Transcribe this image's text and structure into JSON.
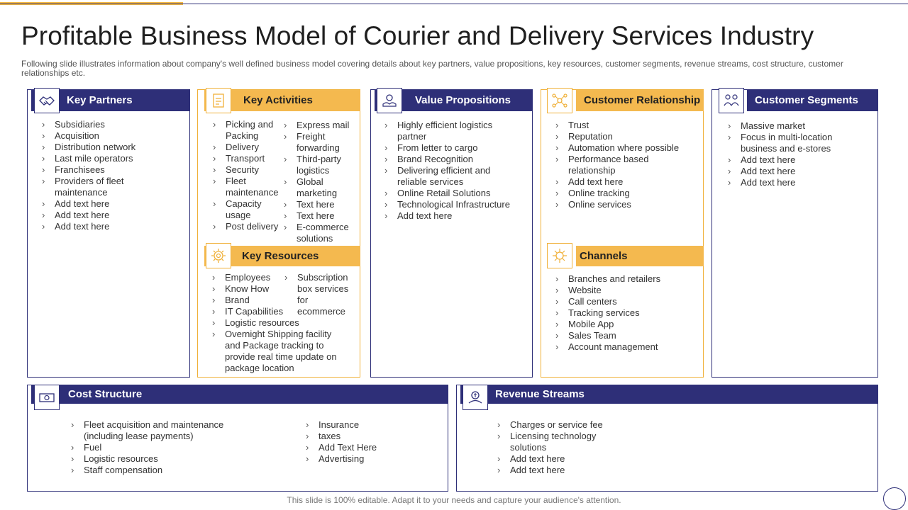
{
  "title": "Profitable Business Model of Courier and Delivery Services Industry",
  "subtitle": "Following slide illustrates information about company's well defined business model covering details about key partners, value propositions, key resources, customer segments, revenue streams, cost structure, customer relationships etc.",
  "key_partners": {
    "title": "Key Partners",
    "icon": "handshake-icon",
    "items": [
      "Subsidiaries",
      "Acquisition",
      "Distribution network",
      "Last mile operators",
      "Franchisees",
      "Providers  of fleet maintenance",
      "Add text here",
      "Add text here",
      "Add text here"
    ]
  },
  "key_activities": {
    "title": "Key Activities",
    "icon": "clipboard-icon",
    "col1": [
      "Picking and Packing",
      "Delivery",
      "Transport",
      "Security",
      "Fleet maintenance",
      "Capacity usage",
      "Post delivery"
    ],
    "col2": [
      "Express mail",
      "Freight forwarding",
      "Third-party logistics",
      "Global marketing",
      "Text here",
      "Text here",
      "E-commerce solutions"
    ]
  },
  "key_resources": {
    "title": "Key Resources",
    "icon": "gear-icon",
    "col1": [
      "Employees",
      "Know How",
      "Brand",
      "IT Capabilities",
      "Logistic resources",
      "Overnight  Shipping facility and Package tracking to provide  real time update on package location"
    ],
    "col2": [
      "Subscription box services for ecommerce"
    ]
  },
  "value_propositions": {
    "title": "Value Propositions",
    "icon": "hand-award-icon",
    "items": [
      "Highly efficient logistics partner",
      "From letter to cargo",
      "Brand Recognition",
      "Delivering  efficient  and reliable services",
      "Online Retail Solutions",
      "Technological Infrastructure",
      "Add text here"
    ]
  },
  "customer_relationship": {
    "title": "Customer Relationship",
    "icon": "network-icon",
    "items": [
      "Trust",
      "Reputation",
      "Automation where possible",
      "Performance  based relationship",
      "Add text here",
      "Online tracking",
      "Online services"
    ]
  },
  "channels": {
    "title": "Channels",
    "icon": "hub-icon",
    "items": [
      "Branches and retailers",
      "Website",
      "Call centers",
      "Tracking services",
      "Mobile App",
      "Sales Team",
      "Account management"
    ]
  },
  "customer_segments": {
    "title": "Customer Segments",
    "icon": "people-group-icon",
    "items": [
      "Massive market",
      "Focus in multi-location business and e-stores",
      "Add text here",
      "Add text here",
      "Add text here"
    ]
  },
  "cost_structure": {
    "title": "Cost Structure",
    "icon": "money-icon",
    "col1": [
      "Fleet acquisition and maintenance (including lease payments)",
      "Fuel",
      "Logistic resources",
      "Staff compensation"
    ],
    "col2": [
      "Insurance",
      "taxes",
      "Add Text Here",
      "Advertising"
    ]
  },
  "revenue_streams": {
    "title": "Revenue Streams",
    "icon": "revenue-icon",
    "items": [
      "Charges or service fee",
      "Licensing technology solutions",
      "Add text here",
      "Add text here"
    ]
  },
  "footer": "This slide is 100% editable. Adapt it to your needs and capture your audience's attention.",
  "colors": {
    "navy": "#2e2f78",
    "gold": "#f4b94f"
  }
}
